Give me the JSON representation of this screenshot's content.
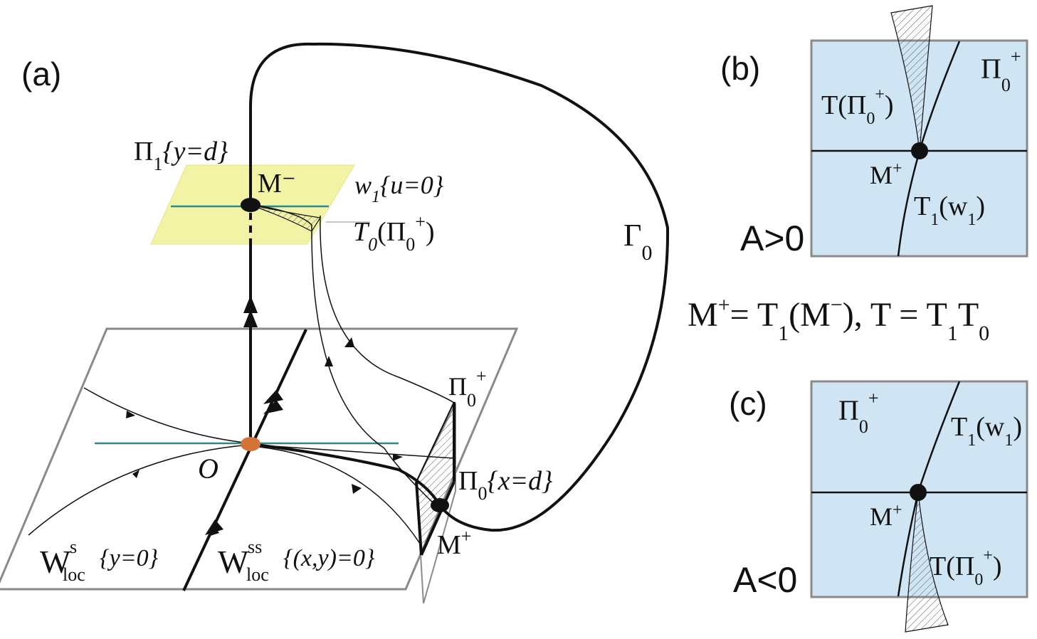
{
  "panels": {
    "a": "(a)",
    "b": "(b)",
    "c": "(c)"
  },
  "labels": {
    "pi1": "Π",
    "pi1_sub": "1",
    "pi1_cond": "{y=d}",
    "m_minus": "M⁻",
    "w1": "w",
    "w1_sub": "1",
    "w1_cond": "{u=0}",
    "t0": "T",
    "t0_sub": "0",
    "t0_arg_open": "(Π",
    "t0_arg_sub": "0",
    "t0_arg_sup": "+",
    "t0_arg_close": ")",
    "gamma0": "Γ",
    "gamma0_sub": "0",
    "pi0plus": "Π",
    "pi0plus_sub": "0",
    "pi0plus_sup": "+",
    "pi0": "Π",
    "pi0_sub": "0",
    "pi0_cond": "{x=d}",
    "origin": "O",
    "m_plus": "M",
    "m_plus_sup": "+",
    "ws": "W",
    "ws_sup": "s",
    "ws_sub": "loc",
    "ws_cond": "{y=0}",
    "wss": "W",
    "wss_sup": "ss",
    "wss_sub": "loc",
    "wss_cond": "{(x,y)=0}"
  },
  "formula": {
    "m": "M",
    "m_sup": "+",
    "eq1": "= T",
    "t1_sub": "1",
    "arg": "(M",
    "arg_sup": "−",
    "arg_close": "), T = T",
    "t1b_sub": "1",
    "t0": "T",
    "t0_sub": "0"
  },
  "panel_b": {
    "condition": "A>0",
    "t_pi": "T(Π",
    "t_pi_sub": "0",
    "t_pi_sup": "+",
    "t_pi_close": ")",
    "pi0": "Π",
    "pi0_sub": "0",
    "pi0_sup": "+",
    "m_plus": "M",
    "m_plus_sup": "+",
    "t1w": "T",
    "t1w_sub": "1",
    "t1w_arg": "(w",
    "t1w_arg_sub": "1",
    "t1w_close": ")"
  },
  "panel_c": {
    "condition": "A<0",
    "pi0": "Π",
    "pi0_sub": "0",
    "pi0_sup": "+",
    "t1w": "T",
    "t1w_sub": "1",
    "t1w_arg": "(w",
    "t1w_arg_sub": "1",
    "t1w_close": ")",
    "m_plus": "M",
    "m_plus_sup": "+",
    "t_pi": "T(Π",
    "t_pi_sub": "0",
    "t_pi_sup": "+",
    "t_pi_close": ")"
  },
  "colors": {
    "box_fill": "#cfe5f3",
    "plane_fill": "#f3f3a6",
    "teal": "#2a8a8a",
    "origin": "#d4733a",
    "gray": "#8a8a8a"
  }
}
